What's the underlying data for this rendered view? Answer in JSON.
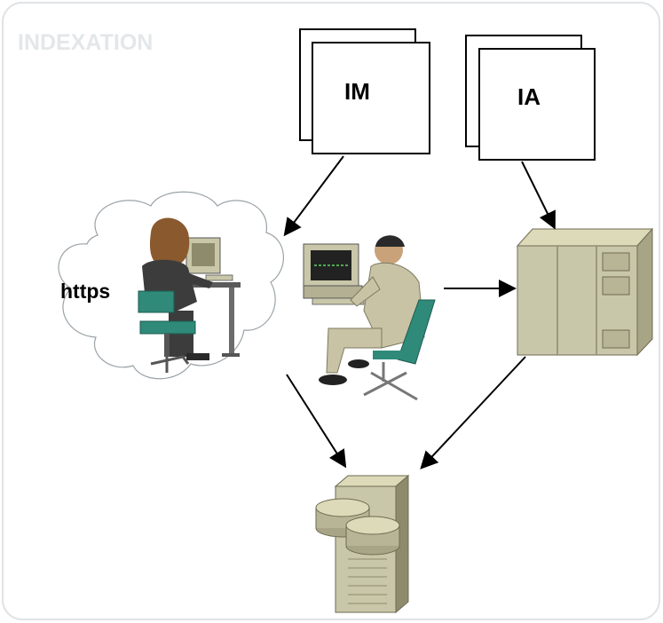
{
  "diagram": {
    "title": "INDEXATION",
    "documents": [
      {
        "label": "IM"
      },
      {
        "label": "IA"
      }
    ],
    "cloud_label": "https"
  },
  "colors": {
    "frame_border": "#dfe3e6",
    "title": "#e3e7ea",
    "cloud_outline": "#9aa3a8",
    "server_body": "#c9c7a9",
    "server_dark": "#8e8b6c",
    "chair": "#2f8a7a",
    "clothing": "#3c3c3c",
    "suit": "#c8c3a5"
  }
}
